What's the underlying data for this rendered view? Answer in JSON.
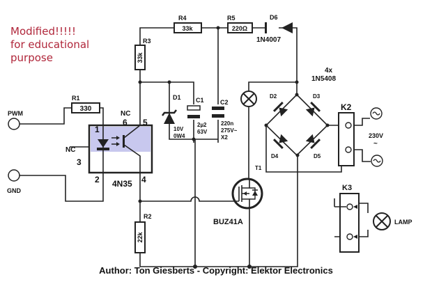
{
  "note": {
    "lines": [
      "Modified!!!!!",
      "for educational",
      "purpose"
    ],
    "color": "#b0263a"
  },
  "caption": "Author: Ton Giesberts - Copyright: Elektor Electronics",
  "inputs": {
    "pwm": "PWM",
    "gnd": "GND"
  },
  "components": {
    "r1": {
      "ref": "R1",
      "value": "330"
    },
    "r2": {
      "ref": "R2",
      "value": "22k"
    },
    "r3": {
      "ref": "R3",
      "value": "33k"
    },
    "r4": {
      "ref": "R4",
      "value": "33k"
    },
    "r5": {
      "ref": "R5",
      "value": "220Ω"
    },
    "d1": {
      "ref": "D1",
      "value1": "10V",
      "value2": "0W4"
    },
    "d6": {
      "ref": "D6",
      "value": "1N4007"
    },
    "c1": {
      "ref": "C1",
      "value1": "2µ2",
      "value2": "63V"
    },
    "c2": {
      "ref": "C2",
      "value1": "220n",
      "value2": "275V~",
      "value3": "X2"
    },
    "bridge": {
      "count": "4x",
      "part": "1N5408",
      "d2": "D2",
      "d3": "D3",
      "d4": "D4",
      "d5": "D5"
    },
    "t1": {
      "ref": "T1",
      "value": "BUZ41A"
    },
    "opto": {
      "part": "4N35",
      "pin1": "1",
      "pin2": "2",
      "pin3": "3",
      "pin4": "4",
      "pin5": "5",
      "pin6": "6",
      "nc": "NC",
      "fill": "#c8c8ee"
    },
    "k2": {
      "ref": "K2",
      "voltage": "230V",
      "ac": "~"
    },
    "k3": {
      "ref": "K3",
      "lamp": "LAMP"
    }
  }
}
